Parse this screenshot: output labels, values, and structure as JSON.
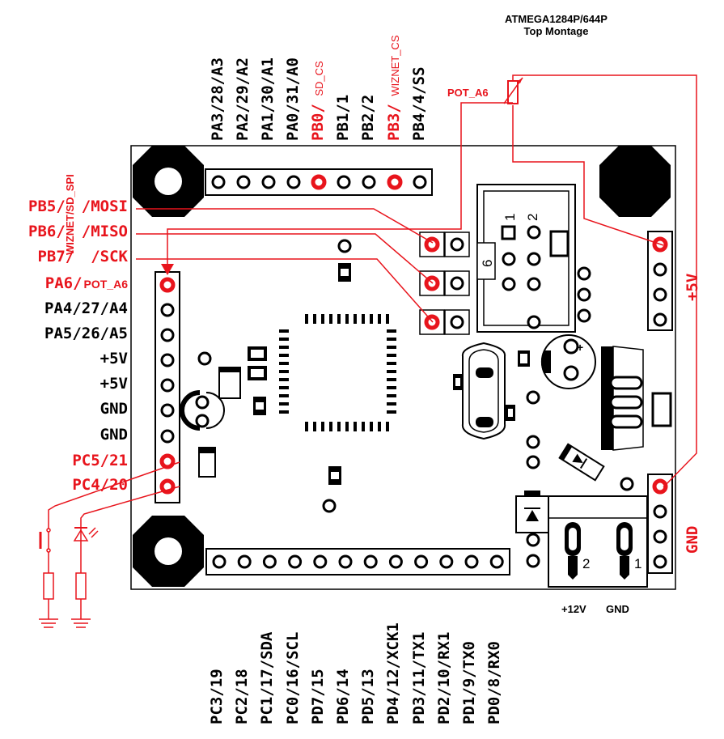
{
  "title": {
    "line1": "ATMEGA1284P/644P",
    "line2": "Top Montage"
  },
  "top_header_labels": [
    {
      "text": "PA3/28/A3",
      "color": "#000000"
    },
    {
      "text": "PA2/29/A2",
      "color": "#000000"
    },
    {
      "text": "PA1/30/A1",
      "color": "#000000"
    },
    {
      "text": "PA0/31/A0",
      "color": "#000000"
    },
    {
      "text": "PB0/",
      "sub": "SD_CS",
      "color": "#e8141c"
    },
    {
      "text": "PB1/1",
      "color": "#000000"
    },
    {
      "text": "PB2/2",
      "color": "#000000"
    },
    {
      "text": "PB3/",
      "sub": "WIZNET_CS",
      "color": "#e8141c"
    },
    {
      "text": "PB4/4/SS",
      "color": "#000000"
    }
  ],
  "left_header_labels": [
    {
      "text": "PB5/",
      "tail": "/MOSI",
      "color": "#e8141c"
    },
    {
      "text": "PB6/",
      "tail": "/MISO",
      "color": "#e8141c"
    },
    {
      "text": "PB7/",
      "tail": "/SCK",
      "color": "#e8141c"
    },
    {
      "text": "PA6/",
      "tail": "POT_A6",
      "color": "#e8141c"
    },
    {
      "text": "PA4/27/A4",
      "color": "#000000"
    },
    {
      "text": "PA5/26/A5",
      "color": "#000000"
    },
    {
      "text": "+5V",
      "color": "#000000"
    },
    {
      "text": "+5V",
      "color": "#000000"
    },
    {
      "text": "GND",
      "color": "#000000"
    },
    {
      "text": "GND",
      "color": "#000000"
    },
    {
      "text": "PC5/21",
      "color": "#e8141c"
    },
    {
      "text": "PC4/20",
      "color": "#e8141c"
    }
  ],
  "spi_vertical_label": "WIZNET/SD_SPI",
  "pot_label": "POT_A6",
  "bottom_header_labels": [
    "PC3/19",
    "PC2/18",
    "PC1/17/SDA",
    "PC0/16/SCL",
    "PD7/15",
    "PD6/14",
    "PD5/13",
    "PD4/12/XCK1",
    "PD3/11/TX1",
    "PD2/10/RX1",
    "PD1/9/TX0",
    "PD0/8/RX0"
  ],
  "right_labels": {
    "plus5v": "+5V",
    "gnd": "GND"
  },
  "power_labels": {
    "v12": "+12V",
    "gnd": "GND"
  },
  "icsp_numbers": {
    "pin1": "1",
    "pin2": "2",
    "pin6": "6"
  },
  "terminal_numbers": {
    "t2": "2",
    "t1": "1"
  },
  "colors": {
    "accent": "#e8141c",
    "ink": "#000000"
  }
}
